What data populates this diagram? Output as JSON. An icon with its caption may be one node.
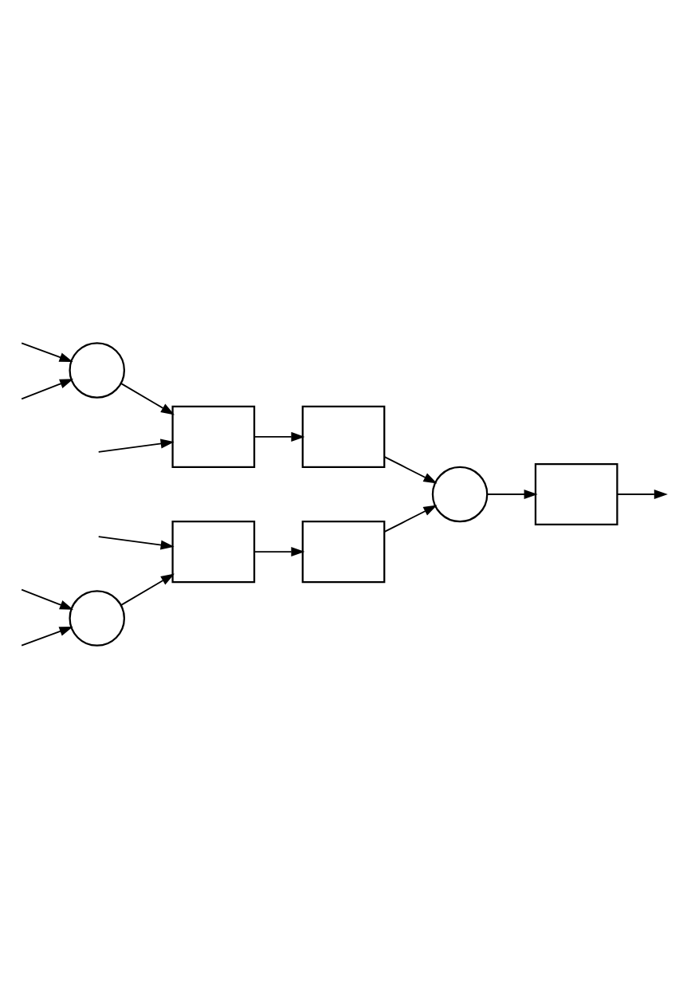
{
  "diagram": {
    "nodes": [
      {
        "text": [],
        "shape": "circle"
      },
      {
        "text": [],
        "shape": "box"
      },
      {
        "text": [],
        "shape": "box"
      },
      {
        "text": [],
        "shape": "circle"
      },
      {
        "text": [],
        "shape": "box"
      },
      {
        "text": [],
        "shape": "circle"
      },
      {
        "text": [],
        "shape": "box"
      },
      {
        "text": [],
        "shape": "box"
      }
    ],
    "edges": [
      {
        "from": null,
        "to": 0,
        "arrow": "to"
      },
      {
        "from": null,
        "to": 5,
        "arrow": "to"
      },
      {
        "from": null,
        "to": 0,
        "arrow": "to"
      },
      {
        "from": null,
        "to": 5,
        "arrow": "to"
      },
      {
        "from": 0,
        "to": 1,
        "arrow": "to"
      },
      {
        "from": 5,
        "to": 6,
        "arrow": "to"
      },
      {
        "from": null,
        "to": 1,
        "arrow": "to"
      },
      {
        "from": null,
        "to": 6,
        "arrow": "to"
      },
      {
        "from": 1,
        "to": 2,
        "arrow": "to"
      },
      {
        "from": 6,
        "to": 7,
        "arrow": "to"
      },
      {
        "from": 2,
        "to": 3,
        "arrow": "to"
      },
      {
        "from": 7,
        "to": 3,
        "arrow": "to"
      },
      {
        "from": 3,
        "to": 4,
        "arrow": "to"
      },
      {
        "from": 4,
        "to": null,
        "arrow": "to"
      }
    ]
  }
}
